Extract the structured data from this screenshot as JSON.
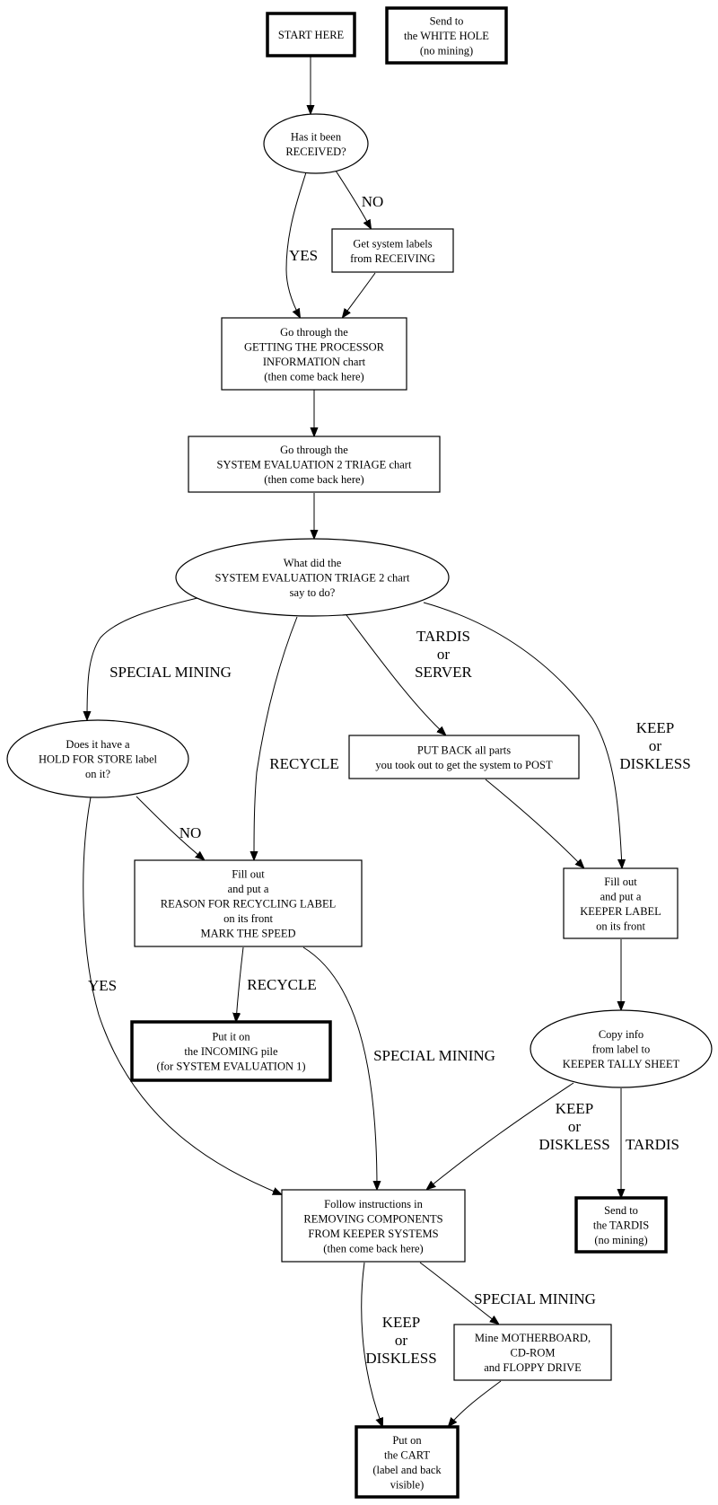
{
  "diagram": {
    "type": "flowchart",
    "nodes": [
      {
        "id": "start",
        "shape": "box",
        "bold": true,
        "lines": [
          "START HERE"
        ]
      },
      {
        "id": "white_hole",
        "shape": "box",
        "bold": true,
        "lines": [
          "Send to",
          "the WHITE HOLE",
          "(no mining)"
        ]
      },
      {
        "id": "received",
        "shape": "ellipse",
        "lines": [
          "Has it been",
          "RECEIVED?"
        ]
      },
      {
        "id": "get_labels",
        "shape": "box",
        "lines": [
          "Get system labels",
          "from RECEIVING"
        ]
      },
      {
        "id": "processor_info",
        "shape": "box",
        "lines": [
          "Go through the",
          "GETTING THE PROCESSOR",
          "INFORMATION chart",
          "(then come back here)"
        ]
      },
      {
        "id": "triage_chart",
        "shape": "box",
        "lines": [
          "Go through the",
          "SYSTEM EVALUATION 2 TRIAGE chart",
          "(then come back here)"
        ]
      },
      {
        "id": "what_did",
        "shape": "ellipse",
        "lines": [
          "What did the",
          "SYSTEM EVALUATION TRIAGE 2 chart",
          "say to do?"
        ]
      },
      {
        "id": "hold_for_store",
        "shape": "ellipse",
        "lines": [
          "Does it have a",
          "HOLD FOR STORE label",
          "on it?"
        ]
      },
      {
        "id": "put_back",
        "shape": "box",
        "lines": [
          "PUT BACK all parts",
          "you took out to get the system to POST"
        ]
      },
      {
        "id": "recycle_label",
        "shape": "box",
        "lines": [
          "Fill out",
          "and put a",
          "REASON FOR RECYCLING LABEL",
          "on its front",
          "MARK THE SPEED"
        ]
      },
      {
        "id": "keeper_label",
        "shape": "box",
        "lines": [
          "Fill out",
          "and put a",
          "KEEPER LABEL",
          "on its front"
        ]
      },
      {
        "id": "incoming_pile",
        "shape": "box",
        "bold": true,
        "lines": [
          "Put it on",
          "the INCOMING pile",
          "(for SYSTEM EVALUATION 1)"
        ]
      },
      {
        "id": "copy_info",
        "shape": "ellipse",
        "lines": [
          "Copy info",
          "from label to",
          "KEEPER TALLY SHEET"
        ]
      },
      {
        "id": "removing_components",
        "shape": "box",
        "lines": [
          "Follow instructions in",
          "REMOVING COMPONENTS",
          "FROM KEEPER SYSTEMS",
          "(then come back here)"
        ]
      },
      {
        "id": "tardis",
        "shape": "box",
        "bold": true,
        "lines": [
          "Send to",
          "the TARDIS",
          "(no mining)"
        ]
      },
      {
        "id": "mine_motherboard",
        "shape": "box",
        "lines": [
          "Mine MOTHERBOARD,",
          "CD-ROM",
          "and FLOPPY DRIVE"
        ]
      },
      {
        "id": "cart",
        "shape": "box",
        "bold": true,
        "lines": [
          "Put on",
          "the CART",
          "(label and back",
          "visible)"
        ]
      }
    ],
    "edges": [
      {
        "id": "e_start_received",
        "from": "start",
        "to": "received",
        "label": []
      },
      {
        "id": "e_received_yes",
        "from": "received",
        "to": "processor_info",
        "label": [
          "YES"
        ]
      },
      {
        "id": "e_received_no",
        "from": "received",
        "to": "get_labels",
        "label": [
          "NO"
        ]
      },
      {
        "id": "e_labels_processor",
        "from": "get_labels",
        "to": "processor_info",
        "label": []
      },
      {
        "id": "e_processor_triage",
        "from": "processor_info",
        "to": "triage_chart",
        "label": []
      },
      {
        "id": "e_triage_whatdid",
        "from": "triage_chart",
        "to": "what_did",
        "label": []
      },
      {
        "id": "e_special_mining",
        "from": "what_did",
        "to": "hold_for_store",
        "label": [
          "SPECIAL MINING"
        ]
      },
      {
        "id": "e_recycle",
        "from": "what_did",
        "to": "recycle_label",
        "label": [
          "RECYCLE"
        ]
      },
      {
        "id": "e_tardis_server",
        "from": "what_did",
        "to": "put_back",
        "label": [
          "TARDIS",
          "or",
          "SERVER"
        ]
      },
      {
        "id": "e_keep_diskless_1",
        "from": "what_did",
        "to": "keeper_label",
        "label": [
          "KEEP",
          "or",
          "DISKLESS"
        ]
      },
      {
        "id": "e_hold_no",
        "from": "hold_for_store",
        "to": "recycle_label",
        "label": [
          "NO"
        ]
      },
      {
        "id": "e_hold_yes",
        "from": "hold_for_store",
        "to": "removing_components",
        "label": [
          "YES"
        ]
      },
      {
        "id": "e_putback_keeper",
        "from": "put_back",
        "to": "keeper_label",
        "label": []
      },
      {
        "id": "e_recycle_incoming",
        "from": "recycle_label",
        "to": "incoming_pile",
        "label": [
          "RECYCLE"
        ]
      },
      {
        "id": "e_recycle_special",
        "from": "recycle_label",
        "to": "removing_components",
        "label": [
          "SPECIAL MINING"
        ]
      },
      {
        "id": "e_keeper_copy",
        "from": "keeper_label",
        "to": "copy_info",
        "label": []
      },
      {
        "id": "e_copy_keep",
        "from": "copy_info",
        "to": "removing_components",
        "label": [
          "KEEP",
          "or",
          "DISKLESS"
        ]
      },
      {
        "id": "e_copy_tardis",
        "from": "copy_info",
        "to": "tardis",
        "label": [
          "TARDIS"
        ]
      },
      {
        "id": "e_removing_cart",
        "from": "removing_components",
        "to": "cart",
        "label": [
          "KEEP",
          "or",
          "DISKLESS"
        ]
      },
      {
        "id": "e_removing_mine",
        "from": "removing_components",
        "to": "mine_motherboard",
        "label": [
          "SPECIAL MINING"
        ]
      },
      {
        "id": "e_mine_cart",
        "from": "mine_motherboard",
        "to": "cart",
        "label": []
      }
    ]
  }
}
